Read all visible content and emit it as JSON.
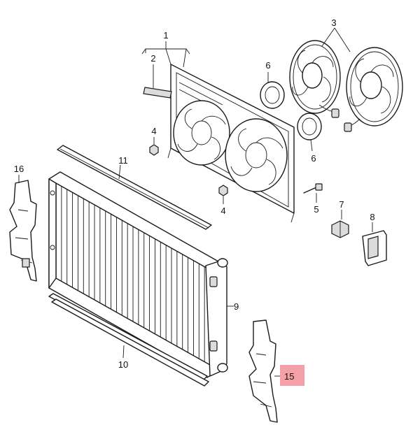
{
  "callouts": [
    {
      "id": "1",
      "text": "1"
    },
    {
      "id": "2",
      "text": "2"
    },
    {
      "id": "3",
      "text": "3"
    },
    {
      "id": "4a",
      "text": "4"
    },
    {
      "id": "4b",
      "text": "4"
    },
    {
      "id": "5",
      "text": "5"
    },
    {
      "id": "6a",
      "text": "6"
    },
    {
      "id": "6b",
      "text": "6"
    },
    {
      "id": "7",
      "text": "7"
    },
    {
      "id": "8",
      "text": "8"
    },
    {
      "id": "9",
      "text": "9"
    },
    {
      "id": "10",
      "text": "10"
    },
    {
      "id": "11",
      "text": "11"
    },
    {
      "id": "15",
      "text": "15",
      "highlighted": true
    },
    {
      "id": "16",
      "text": "16"
    }
  ],
  "colors": {
    "highlight": "#f4a0a8",
    "line": "#1a1a1a"
  }
}
